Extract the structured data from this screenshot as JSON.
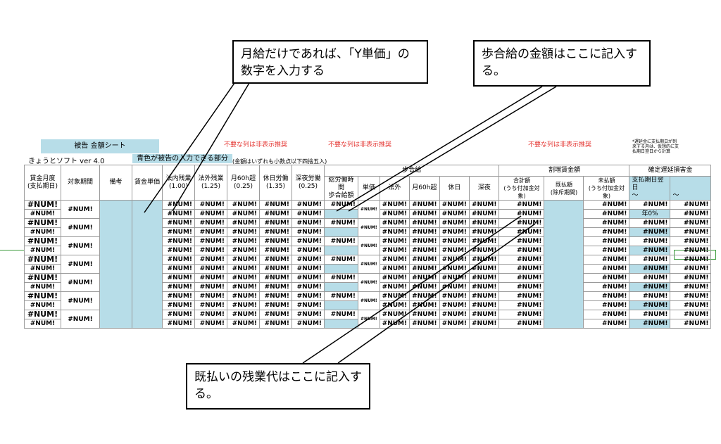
{
  "sheet": {
    "title": "被告 金額シート",
    "version": "きょうとソフト ver 4.0",
    "blue_note": "青色が被告の入力できる部分",
    "rounding_note": "(金額はいずれも小数点以下四捨五入)",
    "red_note_1": "不要な列は非表示推奨",
    "red_note_2": "不要な列は非表示推奨",
    "red_note_3": "不要な列は非表示推奨",
    "tiny_note": "*遅延金に支払期日が到来する月は、仮想的に支払期日翌日から計算"
  },
  "headers": {
    "wage_month": "賃金月度\n(支払期日)",
    "period": "対象期間",
    "remarks": "備考",
    "unit_price": "賃金単価",
    "legal_ot": "法内残業\n(1.00)",
    "ext_ot": "法外残業\n(1.25)",
    "over60": "月60h超\n(0.25)",
    "holiday": "休日労働\n(1.35)",
    "night": "深夜労働\n(0.25)",
    "commission_group": "歩合給",
    "total_hours": "総労働時間\n歩合給額",
    "c_unit": "単価",
    "c_ot": "法外",
    "c_over60": "月60h超",
    "c_holiday": "休日",
    "c_night": "深夜",
    "premium_group": "割増賃金額",
    "total": "合計額\n(うち付加金対象)",
    "paid": "既払額\n(除斥期間)",
    "unpaid": "未払額\n(うち付加金対象)",
    "delay_group": "確定遅延損害金",
    "pay_next": "支払期日翌日\n～",
    "tilde": "～",
    "star": "*"
  },
  "cells": {
    "num": "#NUM!",
    "rate": "年0%"
  },
  "callouts": {
    "unit_price": "月給だけであれば、「Y単価」の数字を入力する",
    "commission": "歩合給の金額はここに記入する。",
    "paid": "既払いの残業代はここに記入する。"
  }
}
